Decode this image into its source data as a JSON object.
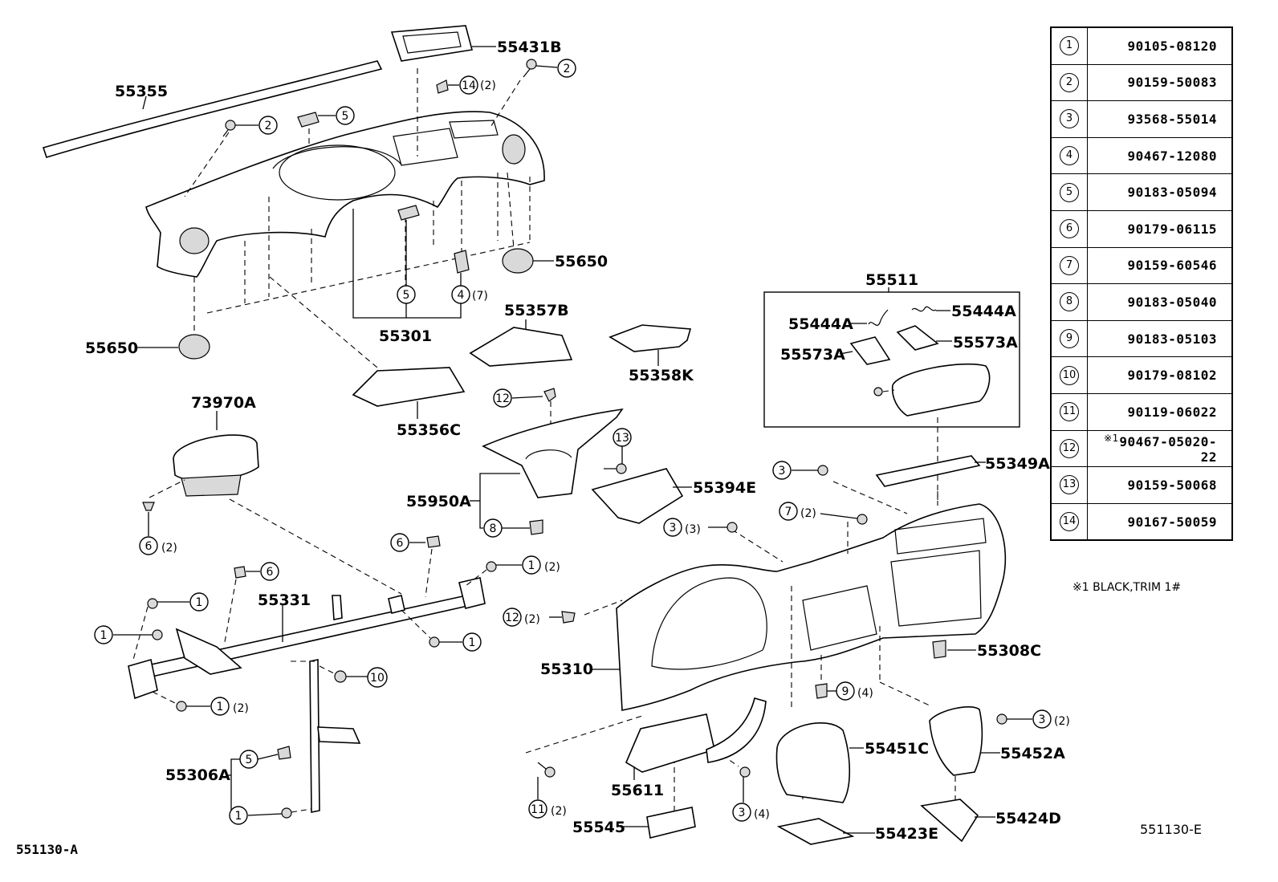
{
  "diagram": {
    "callouts": {
      "p55355": "55355",
      "p55431B": "55431B",
      "p55650_right": "55650",
      "p55650_left": "55650",
      "p55301": "55301",
      "p55357B": "55357B",
      "p55358K": "55358K",
      "p55356C": "55356C",
      "p73970A": "73970A",
      "p55950A": "55950A",
      "p55394E": "55394E",
      "p55331": "55331",
      "p55306A": "55306A",
      "p55310": "55310",
      "p55611": "55611",
      "p55545": "55545",
      "p55423E": "55423E",
      "p55424D": "55424D",
      "p55451C": "55451C",
      "p55452A": "55452A",
      "p55308C": "55308C",
      "p55349A": "55349A",
      "p55511": "55511",
      "p55444A_left": "55444A",
      "p55444A_right": "55444A",
      "p55573A_left": "55573A",
      "p55573A_right": "55573A"
    },
    "circle_refs": {
      "r14_top": "14",
      "r14_top_qty": "(2)",
      "r2_right": "2",
      "r2_left": "2",
      "r5_top": "5",
      "r5_mid": "5",
      "r4": "4",
      "r4_qty": "(7)",
      "r12_mid": "12",
      "r13": "13",
      "r8": "8",
      "r6_left": "6",
      "r6_left_qty": "(2)",
      "r6_mid": "6",
      "r6_bar": "6",
      "r1_a": "1",
      "r1_a_qty": "(2)",
      "r1_b": "1",
      "r1_c": "1",
      "r1_d": "1",
      "r1_e": "1",
      "r1_e_qty": "(2)",
      "r1_f": "1",
      "r10": "10",
      "r5_low": "5",
      "r12_low": "12",
      "r12_low_qty": "(2)",
      "r3_a": "3",
      "r3_b": "3",
      "r3_b_qty": "(3)",
      "r7": "7",
      "r7_qty": "(2)",
      "r9": "9",
      "r9_qty": "(4)",
      "r3_c": "3",
      "r3_c_qty": "(2)",
      "r11": "11",
      "r11_qty": "(2)",
      "r3_d": "3",
      "r3_d_qty": "(4)"
    }
  },
  "parts_table": [
    {
      "no": "1",
      "part": "90105-08120"
    },
    {
      "no": "2",
      "part": "90159-50083"
    },
    {
      "no": "3",
      "part": "93568-55014"
    },
    {
      "no": "4",
      "part": "90467-12080"
    },
    {
      "no": "5",
      "part": "90183-05094"
    },
    {
      "no": "6",
      "part": "90179-06115"
    },
    {
      "no": "7",
      "part": "90159-60546"
    },
    {
      "no": "8",
      "part": "90183-05040"
    },
    {
      "no": "9",
      "part": "90183-05103"
    },
    {
      "no": "10",
      "part": "90179-08102"
    },
    {
      "no": "11",
      "part": "90119-06022"
    },
    {
      "no": "12",
      "part": "90467-05020-22",
      "mark": "※1"
    },
    {
      "no": "13",
      "part": "90159-50068"
    },
    {
      "no": "14",
      "part": "90167-50059"
    }
  ],
  "note": "※1  BLACK,TRIM  1#",
  "ref_left": "551130-A",
  "ref_right": "551130-E"
}
